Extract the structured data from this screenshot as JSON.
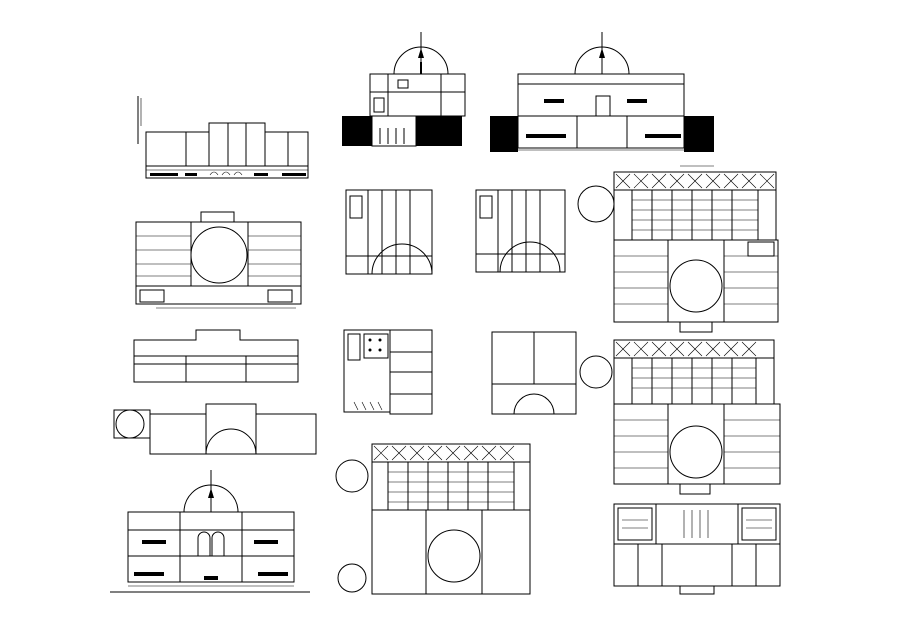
{
  "sheet": {
    "background": "#ffffff",
    "line_color": "#000000",
    "drawings": [
      "elevation-long",
      "section-dome-small",
      "section-dome-wide",
      "plan-ground-floor",
      "plan-partial-a",
      "plan-partial-b",
      "plan-tiled-upper",
      "elevation-simple",
      "plan-core-grid",
      "plan-arch",
      "plan-tiled-middle",
      "plan-roof",
      "elevation-front-dome",
      "plan-tiled-lower",
      "plan-toilet-block"
    ]
  }
}
